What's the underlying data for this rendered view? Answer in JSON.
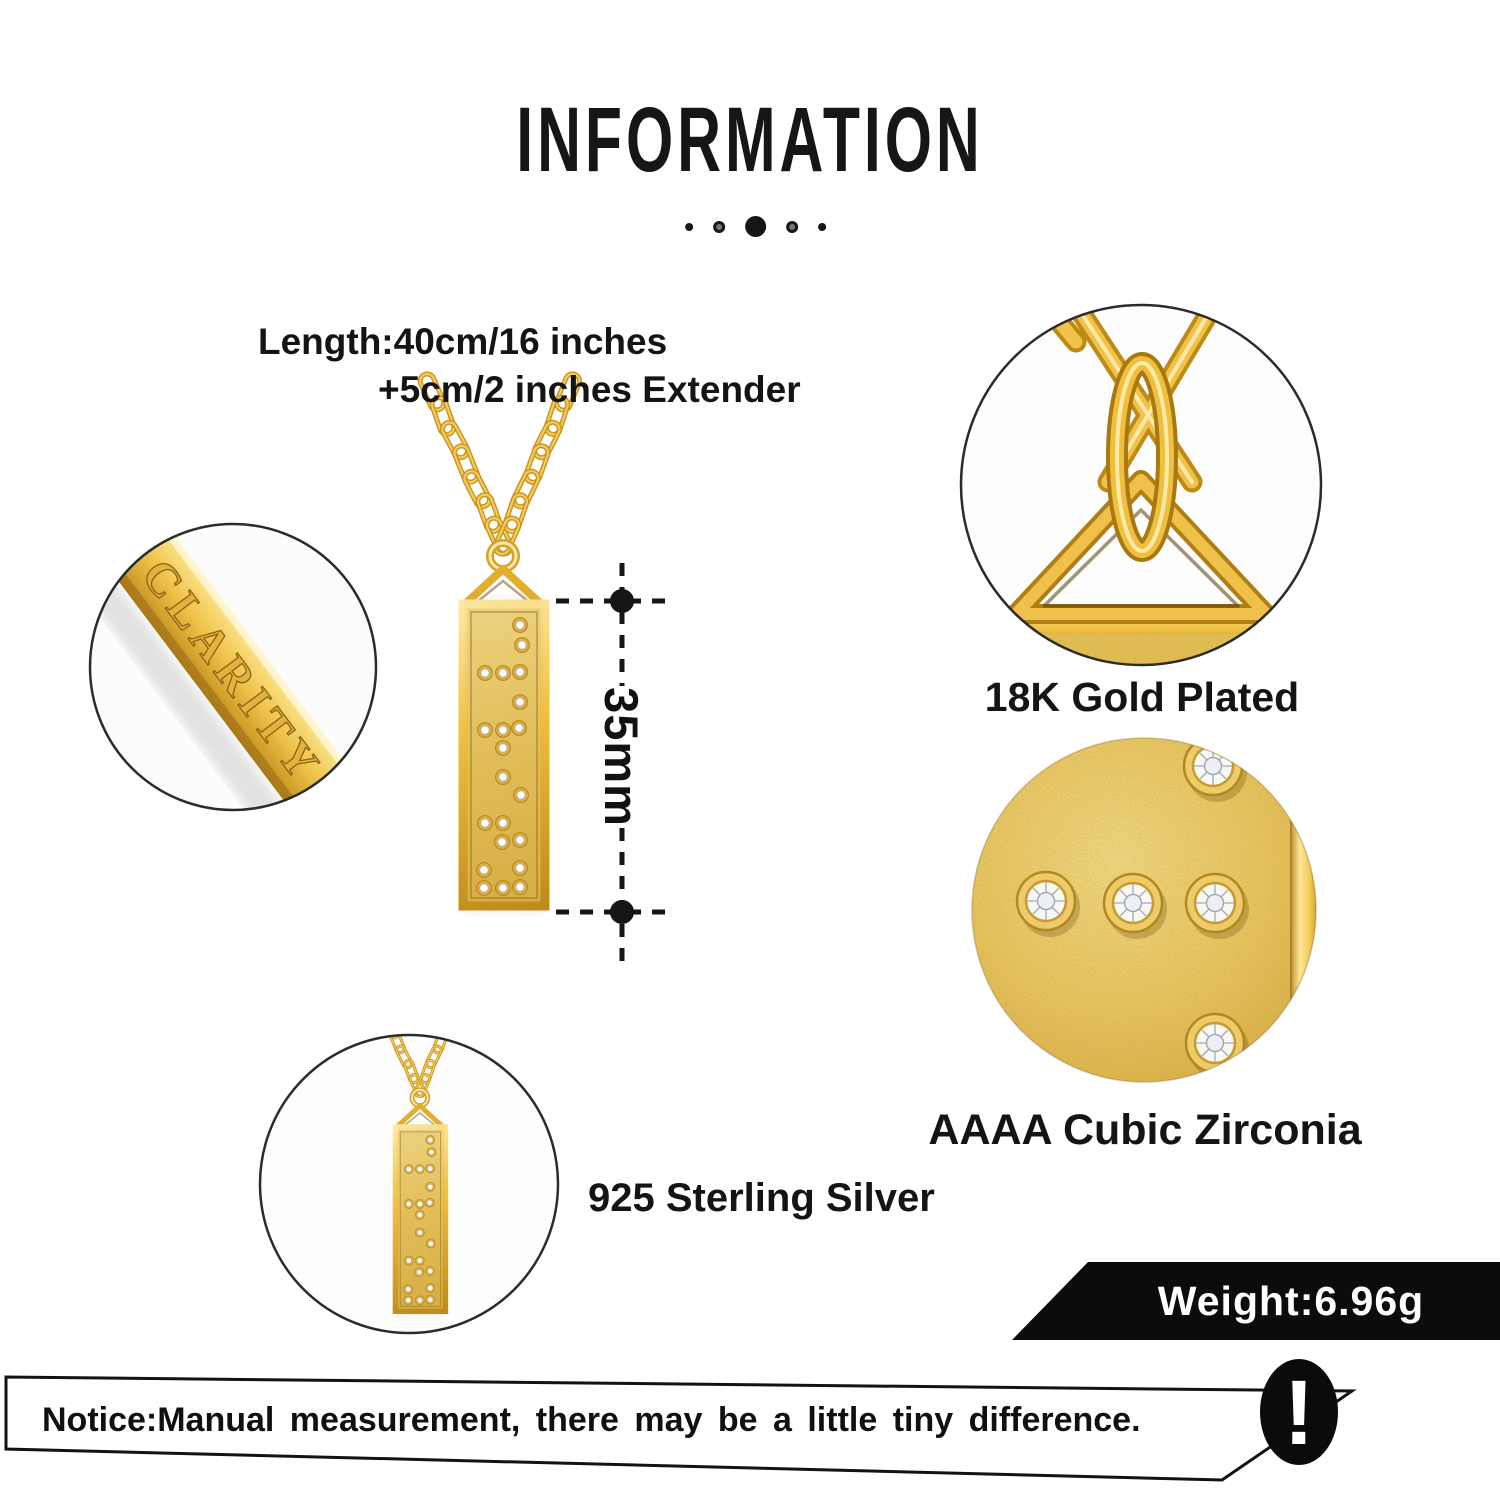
{
  "page": {
    "title": "INFORMATION"
  },
  "length_note": {
    "line1": "Length:40cm/16 inches",
    "line2": "+5cm/2 inches Extender"
  },
  "measurement": {
    "pendant_height": "35mm"
  },
  "pendant": {
    "engraving": "CLARITY"
  },
  "features": {
    "plating": "18K Gold Plated",
    "stone": "AAAA Cubic Zirconia",
    "material": "925 Sterling Silver"
  },
  "weight": {
    "label": "Weight:6.96g"
  },
  "notice": {
    "text": "Notice:Manual measurement, there may be a little tiny difference.",
    "icon_glyph": "!"
  },
  "colors": {
    "gold": "#E8B63C",
    "gold_light": "#FFE9A4",
    "gold_deep": "#C08A18",
    "matte_gold": "#E2BC55",
    "ink": "#111111",
    "white": "#FFFFFF"
  }
}
